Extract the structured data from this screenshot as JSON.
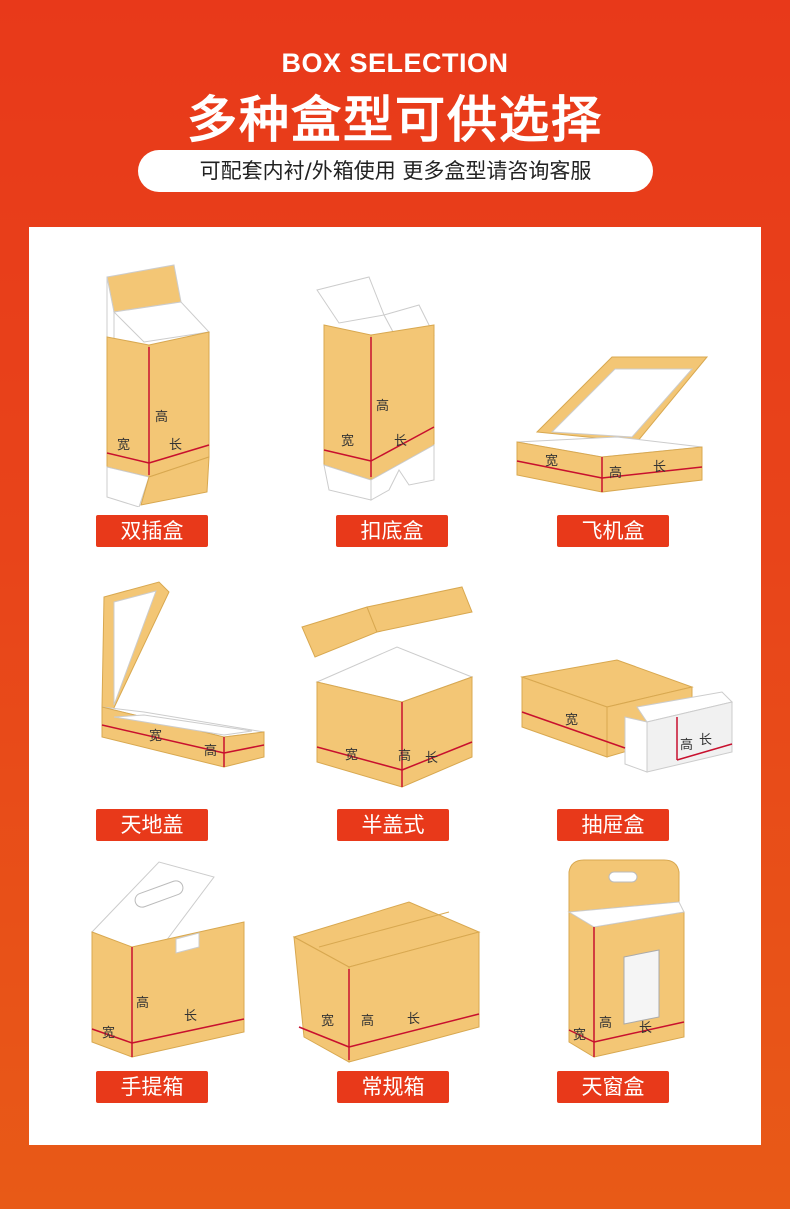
{
  "header": {
    "title_en": "BOX SELECTION",
    "title_cn": "多种盒型可供选择",
    "subtitle": "可配套内衬/外箱使用 更多盒型请咨询客服"
  },
  "dimension_labels": {
    "width": "宽",
    "height": "高",
    "length": "长"
  },
  "boxes": [
    {
      "name": "双插盒"
    },
    {
      "name": "扣底盒"
    },
    {
      "name": "飞机盒"
    },
    {
      "name": "天地盖"
    },
    {
      "name": "半盖式"
    },
    {
      "name": "抽屉盒"
    },
    {
      "name": "手提箱"
    },
    {
      "name": "常规箱"
    },
    {
      "name": "天窗盒"
    }
  ],
  "colors": {
    "brand_red": "#e8391a",
    "kraft": "#f3c675",
    "kraft_dark": "#e7b25a",
    "dimension_line": "#c8102e"
  }
}
